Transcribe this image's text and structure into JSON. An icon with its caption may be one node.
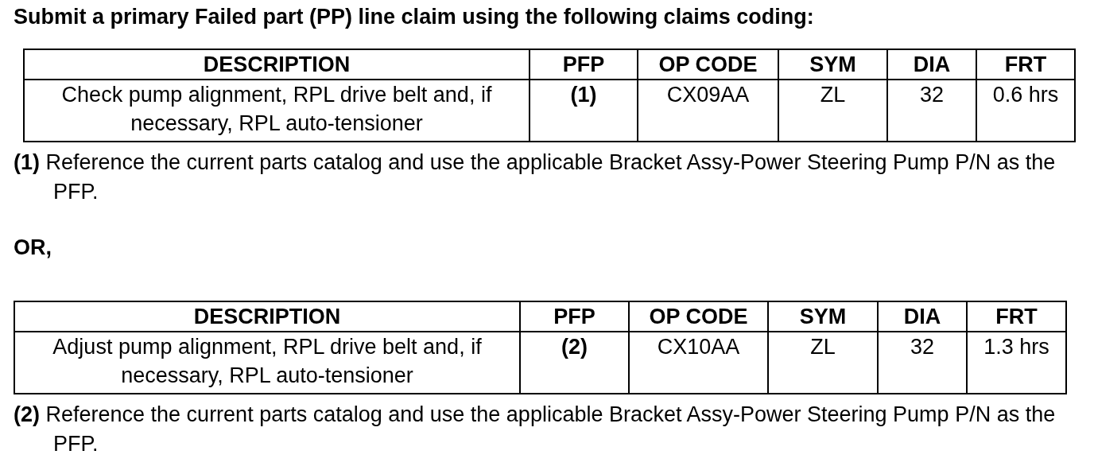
{
  "diagram": {
    "labels": [
      "Submit a primary Failed part (PP) line claim using the following claims coding:",
      "DESCRIPTION",
      "PFP",
      "OP CODE",
      "SYM",
      "DIA",
      "FRT",
      "Check pump alignment, RPL drive belt and, if necessary, RPL auto-tensioner",
      "(1)",
      "CX09AA",
      "ZL",
      "32",
      "0.6 hrs",
      "**(1)** Reference the current parts catalog and use the applicable Bracket Assy-Power Steering Pump P/N as the PFP.",
      "OR,",
      "DESCRIPTION",
      "PFP",
      "OP CODE",
      "SYM",
      "DIA",
      "FRT",
      "Adjust pump alignment, RPL drive belt and, if necessary, RPL auto-tensioner",
      "(2)",
      "CX10AA",
      "ZL",
      "32",
      "1.3 hrs",
      "**(2)** Reference the current parts catalog and use the applicable Bracket Assy-Power Steering Pump P/N as the PFP."
    ]
  }
}
